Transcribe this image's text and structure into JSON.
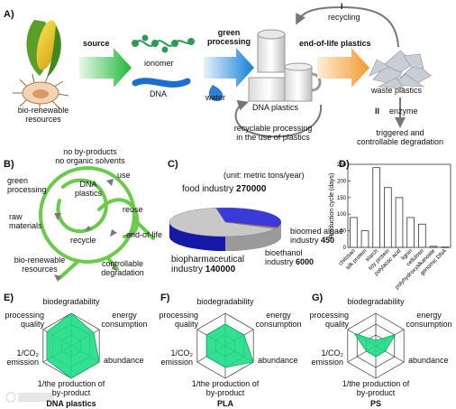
{
  "labels": {
    "panel_a": "A)",
    "panel_b": "B)",
    "panel_c": "C)",
    "panel_d": "D)",
    "panel_e": "E)",
    "panel_f": "F)",
    "panel_g": "G)"
  },
  "panel_a": {
    "bio_resources": "bio-renewable\nresources",
    "source": "source",
    "ionomer": "ionomer",
    "dna": "DNA",
    "water": "water",
    "green_processing": "green\nprocessing",
    "dna_plastics": "DNA plastics",
    "end_of_life": "end-of-life plastics",
    "recycling_num": "I",
    "recycling": "recycling",
    "waste_plastics": "waste plastics",
    "enzyme_num": "II",
    "enzyme": "enzyme",
    "triggered": "triggered and\ncontrollable degradation",
    "recyclable": "recyclable processing\nin the use of plastics"
  },
  "panel_b": {
    "no_byproducts": "no by-products\nno organic solvents",
    "green_processing": "green\nprocessing",
    "dna_plastics": "DNA\nplastics",
    "use": "use",
    "reuse": "reuse",
    "raw_materials": "raw\nmaterials",
    "recycle": "recycle",
    "end_of_life": "end-of-life",
    "bio_resources": "bio-renewable\nresources",
    "controllable": "controllable\ndegradation"
  },
  "panel_c": {
    "unit": "(unit: metric tons/year)",
    "food_label": "food industry ",
    "food_value": "270000",
    "bio_label": "biopharmaceutical\nindustry ",
    "bio_value": "140000",
    "algae_label": "bioomed algae\nindustry ",
    "algae_value": "450",
    "ethanol_label": "bioethanol\nindustry ",
    "ethanol_value": "6000"
  },
  "chart_data": [
    {
      "type": "pie",
      "slices": [
        {
          "name": "food industry",
          "value": 270000,
          "color": "#c8c8c8"
        },
        {
          "name": "biopharmaceutical industry",
          "value": 140000,
          "color": "#3a3ad8"
        },
        {
          "name": "bioomed algae industry",
          "value": 450,
          "color": "#d40000"
        },
        {
          "name": "bioethanol industry",
          "value": 6000,
          "color": "#e06a6a"
        }
      ]
    },
    {
      "type": "bar",
      "ylabel": "Production cycle (days)",
      "ylim": [
        0,
        250
      ],
      "yticks": [
        0,
        50,
        100,
        150,
        200,
        250
      ],
      "categories": [
        "chitosan",
        "silk protein",
        "starch",
        "soy protein",
        "polylactic acid",
        "lignin",
        "cellulose",
        "polyhydroxyalkanoate",
        "genomic DNA"
      ],
      "values": [
        90,
        50,
        240,
        180,
        150,
        90,
        70,
        3,
        1
      ]
    },
    {
      "type": "radar",
      "title": "DNA plastics",
      "axes": [
        "biodegradability",
        "energy consumption",
        "abundance",
        "1/the production of by-product",
        "1/CO2 emission",
        "processing quality"
      ],
      "levels": 3,
      "values": [
        3,
        2.4,
        3,
        3,
        2.6,
        2.6
      ]
    },
    {
      "type": "radar",
      "title": "PLA",
      "axes": [
        "biodegradability",
        "energy consumption",
        "abundance",
        "1/the production of by-product",
        "1/CO2 emission",
        "processing quality"
      ],
      "levels": 3,
      "values": [
        2,
        2,
        3,
        2,
        2,
        2
      ]
    },
    {
      "type": "radar",
      "title": "PS",
      "axes": [
        "biodegradability",
        "energy consumption",
        "abundance",
        "1/the production of by-product",
        "1/CO2 emission",
        "processing quality"
      ],
      "levels": 3,
      "values": [
        0.5,
        2.1,
        1,
        1,
        1,
        2.3
      ]
    }
  ],
  "radar_text": {
    "biodegradability": "biodegradability",
    "energy": "energy\nconsumption",
    "abundance": "abundance",
    "byproduct": "1/the production of\nby-product",
    "co2": "1/CO₂\nemission",
    "processing": "processing\nquality"
  },
  "colors": {
    "green_arrow": "#36c24a",
    "blue_arrow": "#1e88d8",
    "orange_arrow": "#f5a23c",
    "radar_fill": "#1ddc84",
    "ring_green": "#6acb4a"
  }
}
